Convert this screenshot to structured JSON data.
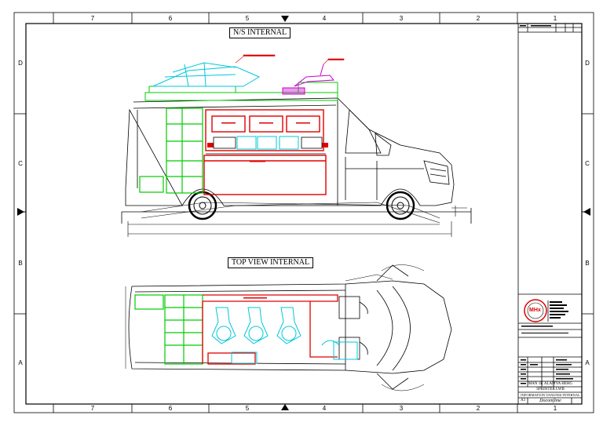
{
  "views": {
    "side_title": "N/S INTERNAL",
    "top_title": "TOP VIEW INTERNAL"
  },
  "zones": {
    "columns": [
      "7",
      "6",
      "5",
      "4",
      "3",
      "2",
      "1"
    ],
    "rows": [
      "D",
      "C",
      "B",
      "A"
    ]
  },
  "title_block": {
    "logo": "MHx",
    "project_line1": "MAN 1K ALAMYA HEHG",
    "project_line2": "SPRINTER LWB",
    "drawing_title": "INFORMATION VANS/NIS INTERNAL",
    "signature": "Docomfime",
    "sheet": "A3"
  },
  "colors": {
    "outline": "#000000",
    "furniture_green": "#00cc00",
    "partition_red": "#e00000",
    "equipment_cyan": "#00c8d8",
    "antenna_magenta": "#cc00cc"
  }
}
